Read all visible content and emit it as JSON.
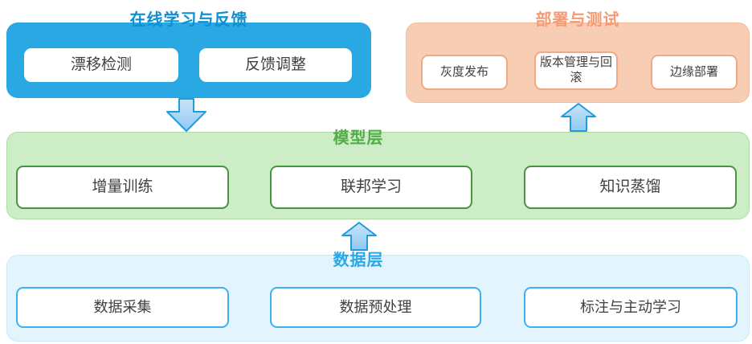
{
  "layers": {
    "online": {
      "title": "在线学习与反馈",
      "items": [
        "漂移检测",
        "反馈调整"
      ]
    },
    "deploy": {
      "title": "部署与测试",
      "items": [
        "灰度发布",
        "版本管理与回滚",
        "边缘部署"
      ]
    },
    "model": {
      "title": "模型层",
      "items": [
        "增量训练",
        "联邦学习",
        "知识蒸馏"
      ]
    },
    "data": {
      "title": "数据层",
      "items": [
        "数据采集",
        "数据预处理",
        "标注与主动学习"
      ]
    }
  },
  "icons": {
    "down_arrow": "block-arrow-down-icon",
    "up_arrow": "block-arrow-up-icon"
  },
  "colors": {
    "online_fill": "#29A8E3",
    "online_title_text": "#0E8FD0",
    "deploy_fill": "#F7CDB4",
    "deploy_title_text": "#F59B74",
    "deploy_chip_border": "#F2A785",
    "model_fill": "#CDEDC6",
    "model_title_text": "#53AC48",
    "model_chip_border": "#47953E",
    "data_fill": "#E4F4FC",
    "data_title_text": "#29A8E8",
    "data_chip_border": "#3FB0EE",
    "arrow_fill_light": "#C9E4F8",
    "arrow_fill_dark": "#8FC9F1",
    "arrow_stroke": "#1F9CDB",
    "chip_text": "#404040"
  }
}
